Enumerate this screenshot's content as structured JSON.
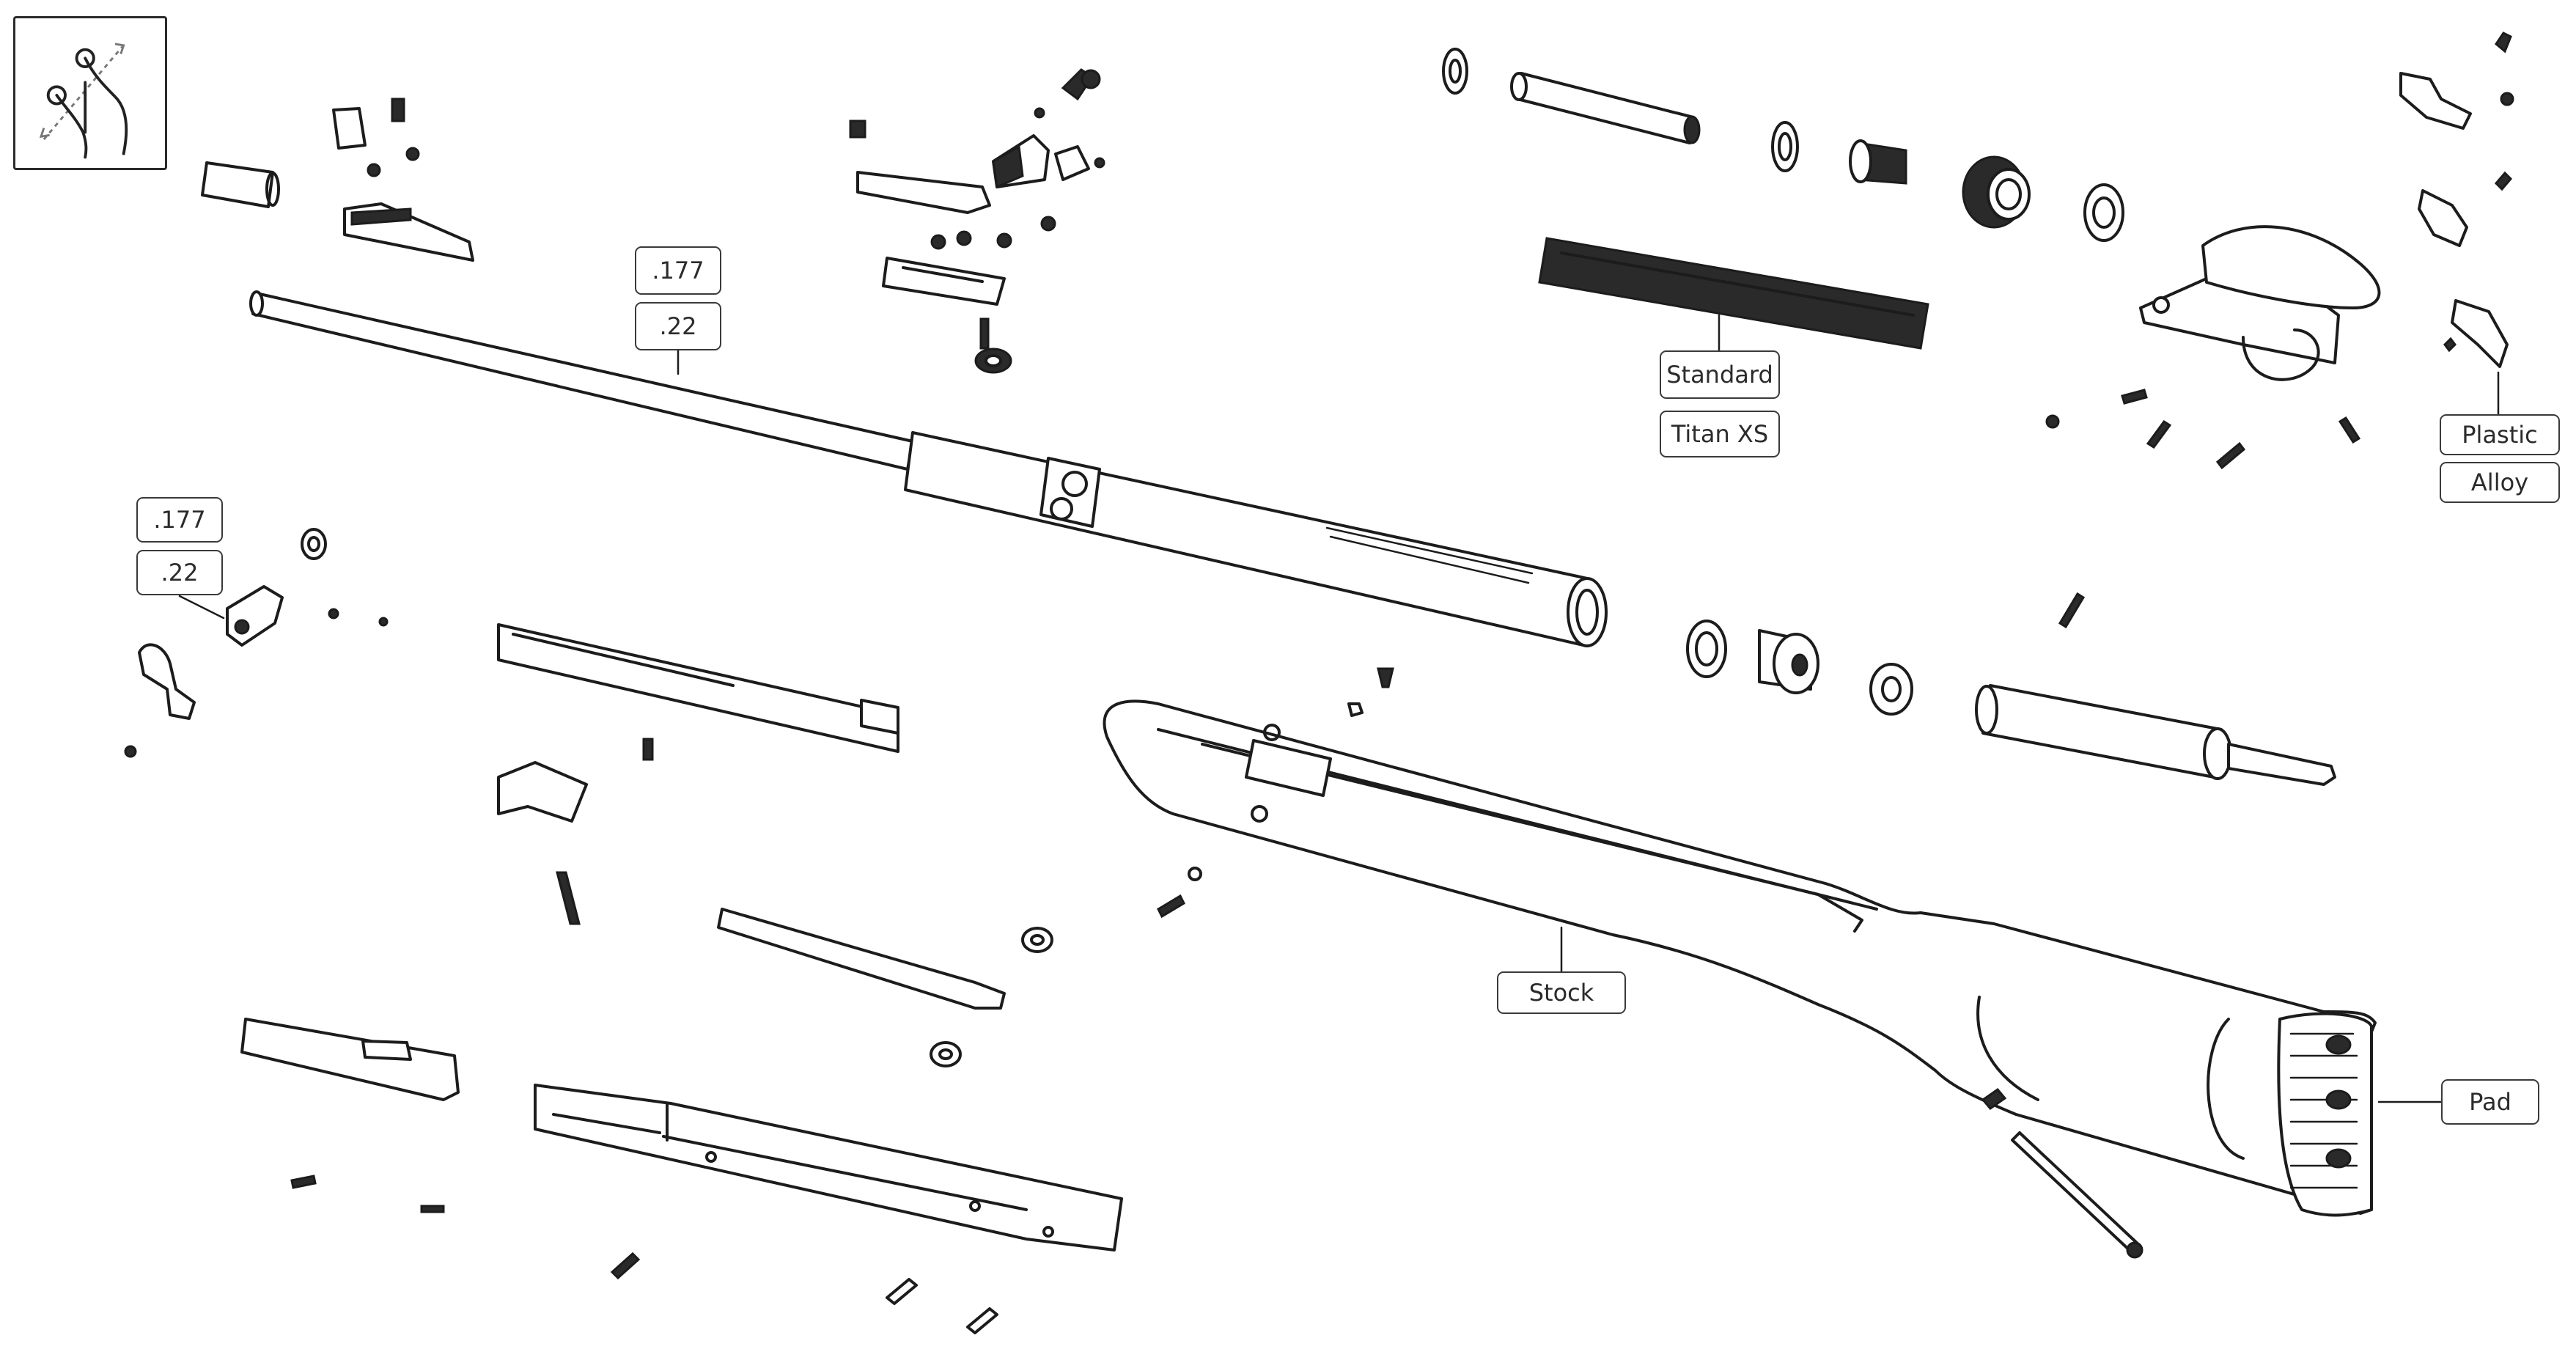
{
  "toolbar": {
    "gesture_icon": "pinch-zoom-icon"
  },
  "labels": {
    "barrel_caliber_177": ".177",
    "barrel_caliber_22": ".22",
    "breech_caliber_177": ".177",
    "breech_caliber_22": ".22",
    "spring_standard": "Standard",
    "spring_titan_xs": "Titan XS",
    "trigger_plastic": "Plastic",
    "trigger_alloy": "Alloy",
    "stock": "Stock",
    "pad": "Pad"
  },
  "colors": {
    "ink": "#1c1c1c",
    "callout_border": "#3a3a3a",
    "background": "#ffffff"
  }
}
